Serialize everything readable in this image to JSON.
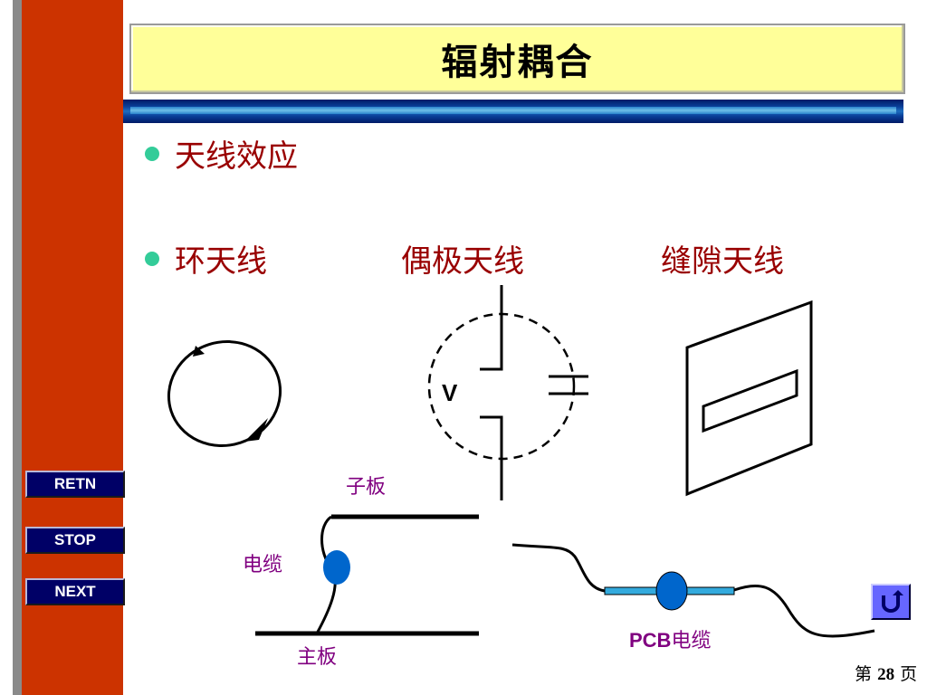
{
  "slide": {
    "title": "辐射耦合",
    "bullets": [
      "天线效应",
      "环天线"
    ],
    "antenna_labels": [
      "偶极天线",
      "缝隙天线"
    ],
    "diagram": {
      "voltage_label": "V",
      "daughter_board": "子板",
      "cable": "电缆",
      "main_board": "主板",
      "pcb_prefix": "PCB",
      "pcb_suffix": "电缆"
    },
    "page": {
      "prefix": "第",
      "number": "28",
      "suffix": "页"
    }
  },
  "nav": {
    "retn": "RETN",
    "stop": "STOP",
    "next": "NEXT"
  },
  "icons": {
    "return": "return-arrow-icon"
  },
  "colors": {
    "side_bar": "#cc3300",
    "title_bg": "#ffff99",
    "bullet_text": "#990000",
    "bullet_dot": "#33cc99",
    "nav_button": "#000066",
    "label": "#800080",
    "cable_blob": "#0066cc",
    "pcb_trace": "#33aadd"
  }
}
